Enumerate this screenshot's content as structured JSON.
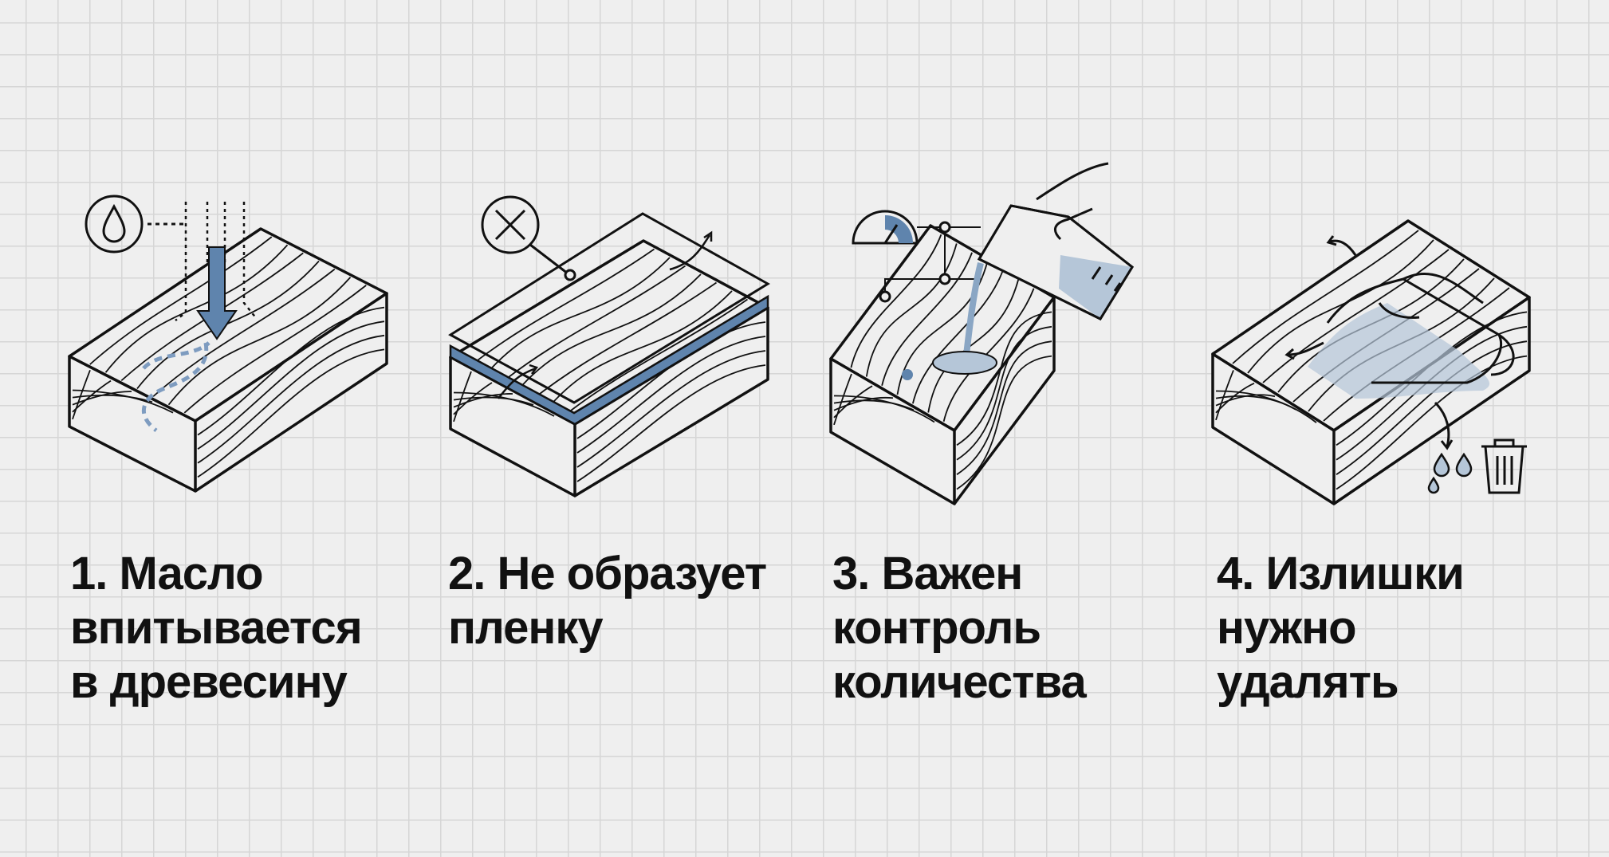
{
  "colors": {
    "accent": "#5f84ad",
    "accent_light": "#b5c6d8",
    "ink": "#111111",
    "grid": "#d6d6d6",
    "background": "#efefef"
  },
  "steps": [
    {
      "icon": "oil-drop-icon",
      "lines": [
        "1. Масло",
        "впитывается",
        "в древесину"
      ]
    },
    {
      "icon": "no-film-icon",
      "lines": [
        "2. Не образует",
        "пленку"
      ]
    },
    {
      "icon": "gauge-icon",
      "lines": [
        "3. Важен",
        "контроль",
        "количества"
      ]
    },
    {
      "icon": "trash-icon",
      "lines": [
        "4. Излишки",
        "нужно",
        "удалять"
      ]
    }
  ]
}
